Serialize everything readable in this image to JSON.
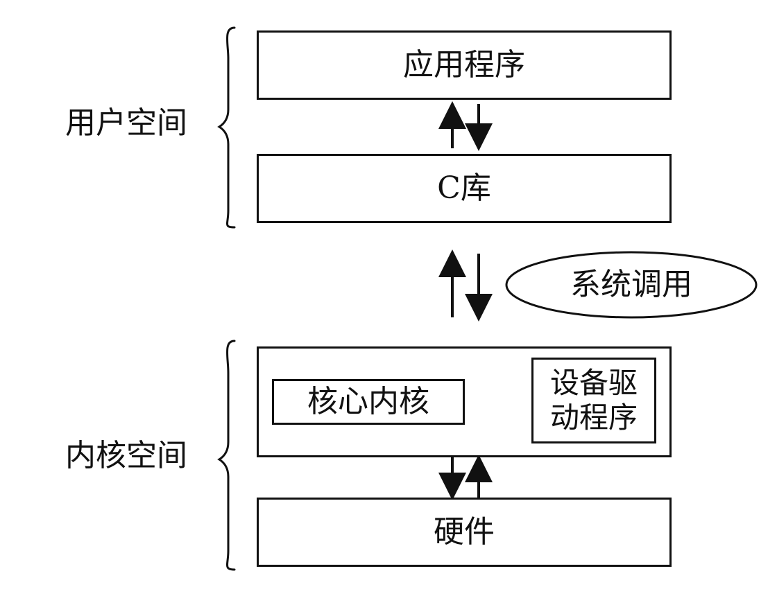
{
  "diagram": {
    "user_space_label": "用户空间",
    "kernel_space_label": "内核空间",
    "app_label": "应用程序",
    "c_lib_label": "C库",
    "syscall_label": "系统调用",
    "core_kernel_label": "核心内核",
    "driver_line1": "设备驱",
    "driver_line2": "动程序",
    "hardware_label": "硬件"
  }
}
